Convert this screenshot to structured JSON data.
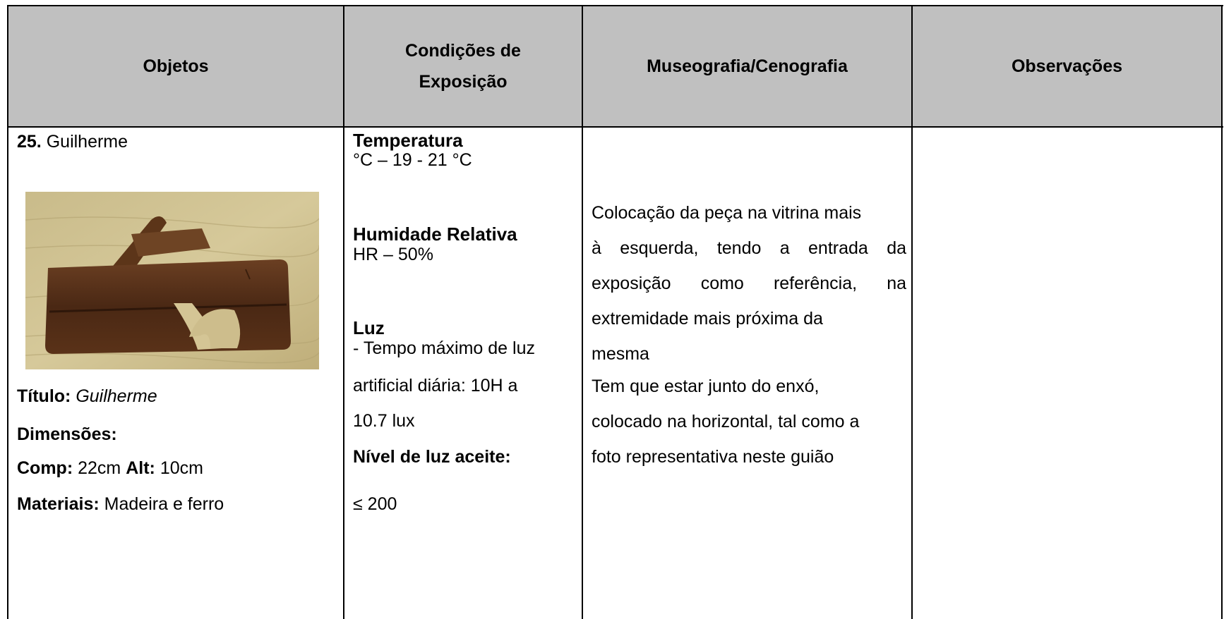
{
  "headers": {
    "objetos": "Objetos",
    "condicoes_line1": "Condições de",
    "condicoes_line2": "Exposição",
    "museografia": "Museografia/Cenografia",
    "observacoes": "Observações"
  },
  "objeto": {
    "number": "25.",
    "name": "Guilherme",
    "photo": "wooden-hand-plane-photo",
    "titulo_label": "Título:",
    "titulo_value": "Guilherme",
    "dimensoes_label": "Dimensões:",
    "comp_label": "Comp:",
    "comp_value": "22cm",
    "alt_label": "Alt:",
    "alt_value": "10cm",
    "materiais_label": "Materiais:",
    "materiais_value": "Madeira e ferro"
  },
  "condicoes": {
    "temperatura_label": "Temperatura",
    "temperatura_value": "°C – 19 - 21 °C",
    "humidade_label": "Humidade Relativa",
    "humidade_value": "HR – 50%",
    "luz_label": "Luz",
    "luz_line1": "- Tempo máximo de luz",
    "luz_line2": "artificial diária: 10H a",
    "luz_line3": "10.7 lux",
    "nivel_label": "Nível de luz aceite:",
    "nivel_value": "≤ 200"
  },
  "museografia": {
    "lines": [
      "Colocação da peça na vitrina mais",
      "à esquerda, tendo a entrada da",
      "exposição como referência, na",
      "extremidade mais próxima da",
      "mesma",
      "Tem que estar junto do enxó,",
      "colocado na horizontal, tal como a",
      "foto representativa neste guião"
    ]
  },
  "observacoes": {
    "text": ""
  },
  "colors": {
    "header_bg": "#c0c0c0",
    "border": "#000000"
  }
}
